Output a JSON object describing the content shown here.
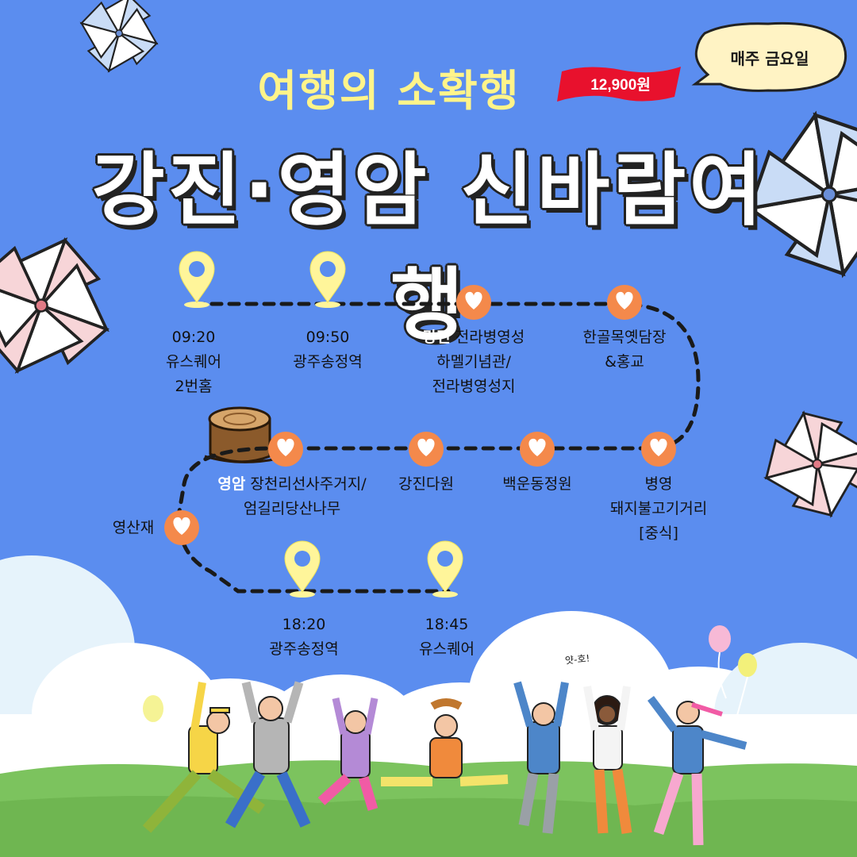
{
  "header": {
    "subtitle": "여행의 소확행",
    "title": "강진·영암 신바람여행",
    "price": "12,900원",
    "schedule": "매주 금요일"
  },
  "stops": [
    {
      "id": "s1",
      "icon": "map-pin-icon",
      "lines": [
        "09:20",
        "유스퀘어",
        "2번홈"
      ]
    },
    {
      "id": "s2",
      "icon": "map-pin-icon",
      "lines": [
        "09:50",
        "광주송정역"
      ]
    },
    {
      "id": "s3",
      "icon": "heart-icon",
      "region": "강진",
      "lines": [
        "전라병영성",
        "하멜기념관/",
        "전라병영성지"
      ]
    },
    {
      "id": "s4",
      "icon": "heart-icon",
      "lines": [
        "한골목옛담장",
        "&홍교"
      ]
    },
    {
      "id": "s5",
      "icon": "heart-icon",
      "lines": [
        "병영",
        "돼지불고기거리",
        "[중식]"
      ]
    },
    {
      "id": "s6",
      "icon": "heart-icon",
      "lines": [
        "백운동정원"
      ]
    },
    {
      "id": "s7",
      "icon": "heart-icon",
      "lines": [
        "강진다원"
      ]
    },
    {
      "id": "s8",
      "icon": "heart-icon",
      "region": "영암",
      "lines": [
        "장천리선사주거지/",
        "엄길리당산나무"
      ]
    },
    {
      "id": "s9",
      "icon": "heart-icon",
      "lines": [
        "영산재"
      ]
    },
    {
      "id": "s10",
      "icon": "map-pin-icon",
      "lines": [
        "18:20",
        "광주송정역"
      ]
    },
    {
      "id": "s11",
      "icon": "map-pin-icon",
      "lines": [
        "18:45",
        "유스퀘어"
      ]
    }
  ],
  "decor": {
    "shout": "얏-호!"
  },
  "colors": {
    "background": "#5b8def",
    "subtitle": "#fff48a",
    "heart_badge": "#f4894b",
    "pin": "#fff59a",
    "price_ribbon": "#e8112d",
    "bubble": "#fff3c4",
    "grass": "#7cc35e"
  }
}
